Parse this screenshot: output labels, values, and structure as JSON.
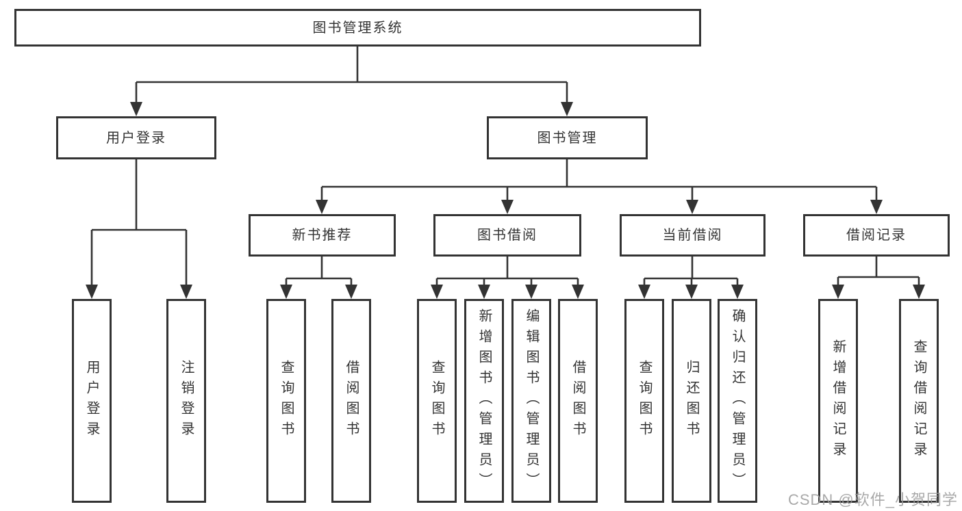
{
  "tree": {
    "root": {
      "label": "图书管理系统"
    },
    "branches": [
      {
        "label": "用户登录",
        "children": [
          {
            "label": "用户登录"
          },
          {
            "label": "注销登录"
          }
        ]
      },
      {
        "label": "图书管理",
        "children": [
          {
            "label": "新书推荐",
            "children": [
              {
                "label": "查询图书"
              },
              {
                "label": "借阅图书"
              }
            ]
          },
          {
            "label": "图书借阅",
            "children": [
              {
                "label": "查询图书"
              },
              {
                "label": "新增图书（管理员）"
              },
              {
                "label": "编辑图书（管理员）"
              },
              {
                "label": "借阅图书"
              }
            ]
          },
          {
            "label": "当前借阅",
            "children": [
              {
                "label": "查询图书"
              },
              {
                "label": "归还图书"
              },
              {
                "label": "确认归还（管理员）"
              }
            ]
          },
          {
            "label": "借阅记录",
            "children": [
              {
                "label": "新增借阅记录"
              },
              {
                "label": "查询借阅记录"
              }
            ]
          }
        ]
      }
    ]
  },
  "watermark": {
    "text": "CSDN @软件_小贺同学"
  },
  "colors": {
    "line": "#333333",
    "text": "#333333",
    "watermark": "#9a9a9a",
    "background": "#ffffff"
  }
}
